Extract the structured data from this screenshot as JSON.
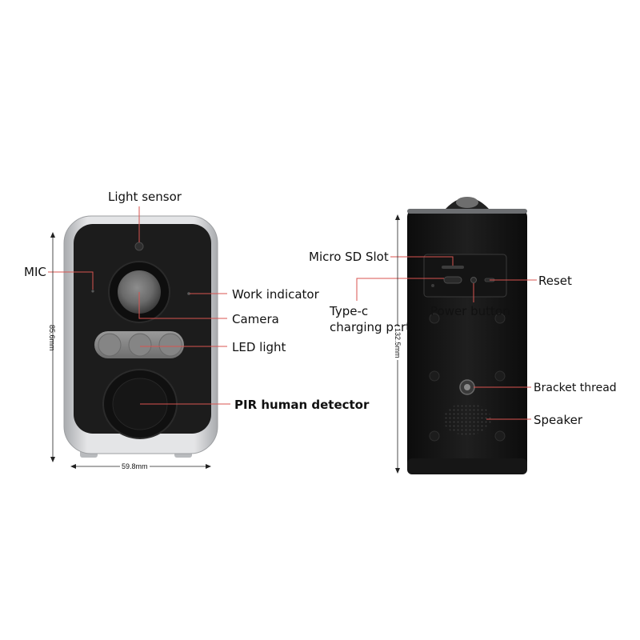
{
  "front_view": {
    "labels": {
      "light_sensor": "Light sensor",
      "mic": "MIC",
      "work_indicator": "Work indicator",
      "camera": "Camera",
      "led_light": "LED light",
      "pir": "PIR human detector"
    },
    "dimensions": {
      "height": "85.6mm",
      "width": "59.8mm"
    }
  },
  "back_view": {
    "labels": {
      "micro_sd_slot": "Micro SD Slot",
      "reset": "Reset",
      "type_c_line1": "Type-c",
      "type_c_line2": "charging port",
      "power_button": "Power button",
      "bracket_thread": "Bracket thread",
      "speaker": "Speaker"
    },
    "dimensions": {
      "height": "132.5mm"
    }
  },
  "colors": {
    "leader_line": "#d9534f",
    "device_body": "#1b1b1b",
    "bezel": "#c9cbce"
  }
}
